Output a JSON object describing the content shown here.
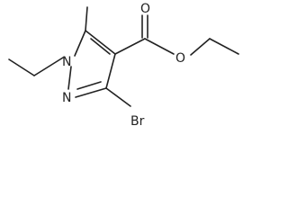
{
  "molecule": {
    "atoms": {
      "n1": "N",
      "n2": "N",
      "o_carbonyl": "O",
      "o_ester": "O",
      "br": "Br"
    },
    "colors": {
      "bond": "#222222",
      "label": "#222222",
      "background": "#ffffff"
    }
  }
}
